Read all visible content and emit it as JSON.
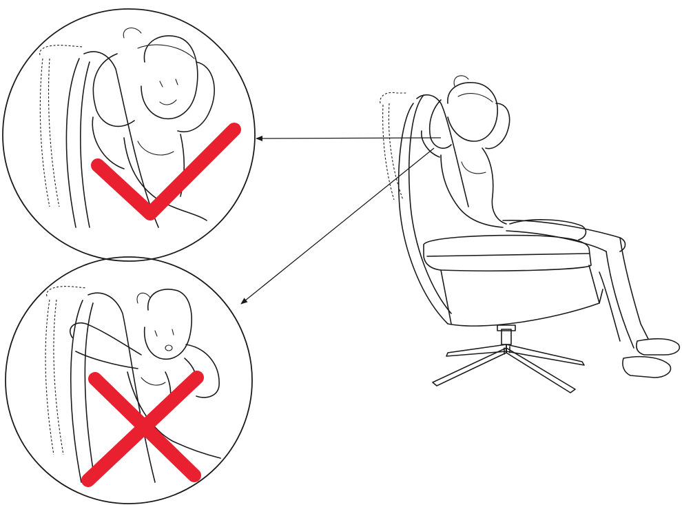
{
  "colors": {
    "ink": "#1a1a1a",
    "background": "#ffffff",
    "mark": "#e8202f"
  },
  "illustration": {
    "main_figure": "woman-reclining-in-swivel-chair",
    "callouts": [
      {
        "status": "correct",
        "icon": "check-mark-icon",
        "pose": "hands-behind-head-relaxed"
      },
      {
        "status": "incorrect",
        "icon": "cross-mark-icon",
        "pose": "hands-behind-head-pulling-forward"
      }
    ],
    "arrows": 2
  }
}
